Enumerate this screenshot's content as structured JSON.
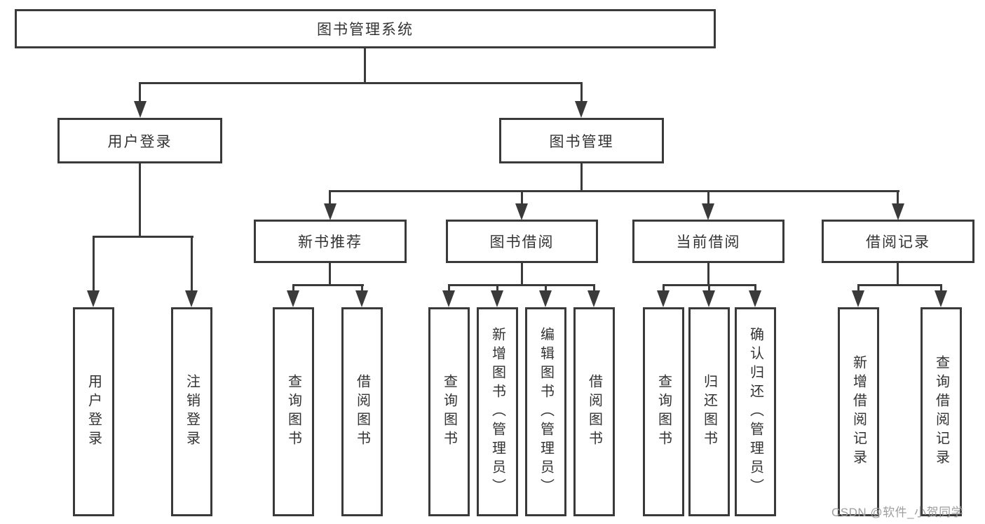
{
  "tree": {
    "root": "图书管理系统",
    "branches": [
      {
        "label": "用户登录",
        "children": [
          "用户登录",
          "注销登录"
        ]
      },
      {
        "label": "图书管理",
        "groups": [
          {
            "label": "新书推荐",
            "children": [
              "查询图书",
              "借阅图书"
            ]
          },
          {
            "label": "图书借阅",
            "children": [
              "查询图书",
              "新增图书（管理员）",
              "编辑图书（管理员）",
              "借阅图书"
            ]
          },
          {
            "label": "当前借阅",
            "children": [
              "查询图书",
              "归还图书",
              "确认归还（管理员）"
            ]
          },
          {
            "label": "借阅记录",
            "children": [
              "新增借阅记录",
              "查询借阅记录"
            ]
          }
        ]
      }
    ]
  },
  "watermark": {
    "text": "CSDN @软件_小贺同学"
  },
  "colors": {
    "line": "#3a3a3a",
    "text": "#333333",
    "watermark": "#9e9e9e",
    "background": "#ffffff"
  }
}
